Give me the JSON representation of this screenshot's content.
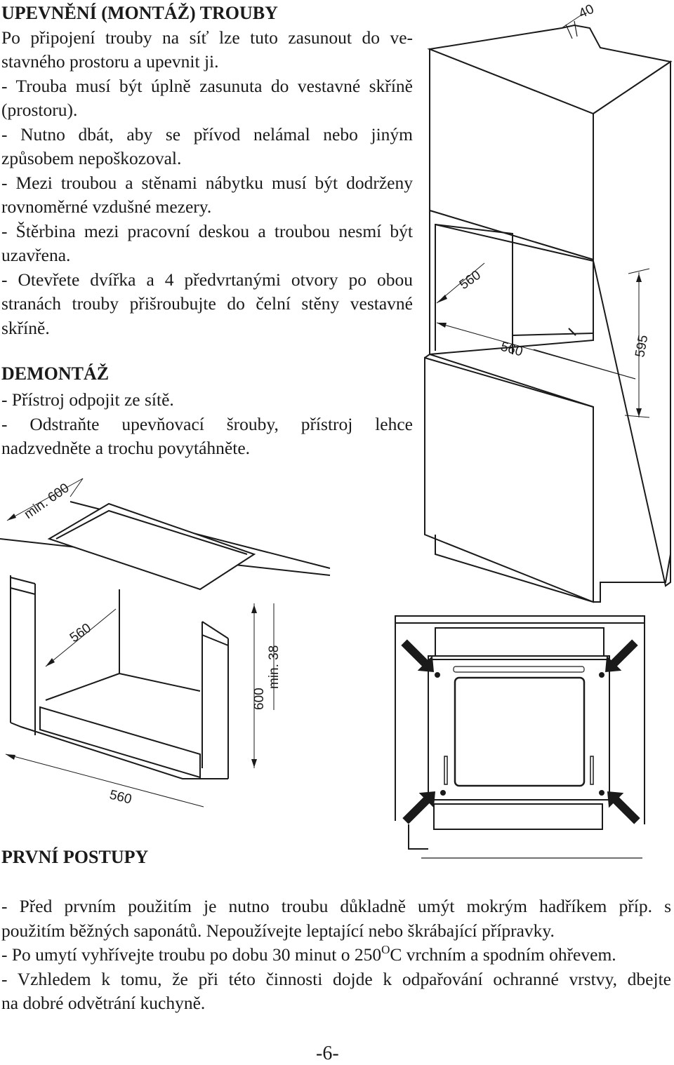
{
  "mounting": {
    "title": "UPEVNĚNÍ (MONTÁŽ) TROUBY",
    "lines": [
      "Po připojení trouby na síť lze tuto zasunout do ve-",
      "stavného prostoru a upevnit ji.",
      "- Trouba musí být úplně zasunuta do vestavné skříně",
      "(prostoru).",
      "- Nutno dbát, aby se přívod nelámal nebo jiným",
      "způsobem  nepoškozoval.",
      "- Mezi troubou a stěnami nábytku musí být dodrženy",
      "rovnoměrné  vzdušné mezery.",
      "- Štěrbina mezi pracovní deskou a troubou nesmí být",
      "uzavřena.",
      "- Otevřete dvířka a 4 předvrtanými otvory po obou",
      "stranách trouby  přišroubujte do čelní stěny vestavné",
      "skříně."
    ]
  },
  "dismount": {
    "title": "DEMONTÁŽ",
    "lines": [
      "- Přístroj odpojit ze sítě.",
      "- Odstraňte upevňovací šrouby, přístroj lehce",
      "nadzvedněte a  trochu povytáhněte."
    ]
  },
  "diagram_tall": {
    "dim_top": "40",
    "dim_depth": "560",
    "dim_width": "560",
    "dim_height": "595"
  },
  "diagram_under": {
    "dim_min_depth": "min. 600",
    "dim_depth": "560",
    "dim_height": "600",
    "dim_gap": "min. 38",
    "dim_width": "560"
  },
  "first_steps": {
    "title": "PRVNÍ POSTUPY",
    "line1": "- Před prvním použitím je nutno troubu důkladně umýt mokrým  hadříkem příp. s",
    "line2": "použitím běžných saponátů. Nepoužívejte  leptající nebo škrábající přípravky.",
    "line3_pre": "- Po umytí vyhřívejte troubu po dobu 30 minut o 250",
    "line3_deg": "O",
    "line3_post": "C vrchním a  spodním ohřevem.",
    "line4": "- Vzhledem k tomu, že při této činnosti dojde k odpařování  ochranné vrstvy, dbejte",
    "line5": "na dobré odvětrání kuchyně."
  },
  "page_number": "-6-"
}
